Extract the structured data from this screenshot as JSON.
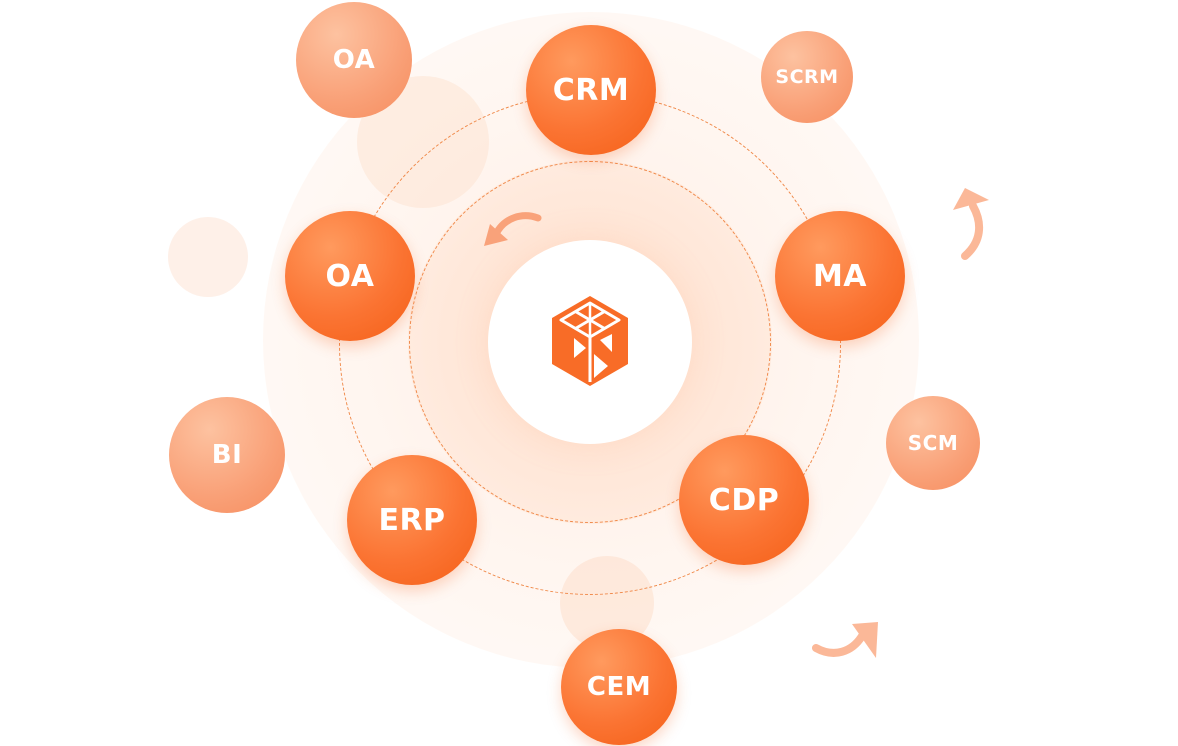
{
  "nodes": {
    "oa_outer": "OA",
    "crm": "CRM",
    "scrm": "SCRM",
    "oa_inner": "OA",
    "ma": "MA",
    "bi": "BI",
    "scm": "SCM",
    "erp": "ERP",
    "cdp": "CDP",
    "cem": "CEM"
  },
  "center": {
    "icon": "hexagon-cube-logo-icon"
  },
  "arrows": {
    "icon": "curved-arrow-icon"
  },
  "colors": {
    "primary": "#f86c27",
    "soft": "#f9a077",
    "orbit_line": "#f08a4b"
  }
}
